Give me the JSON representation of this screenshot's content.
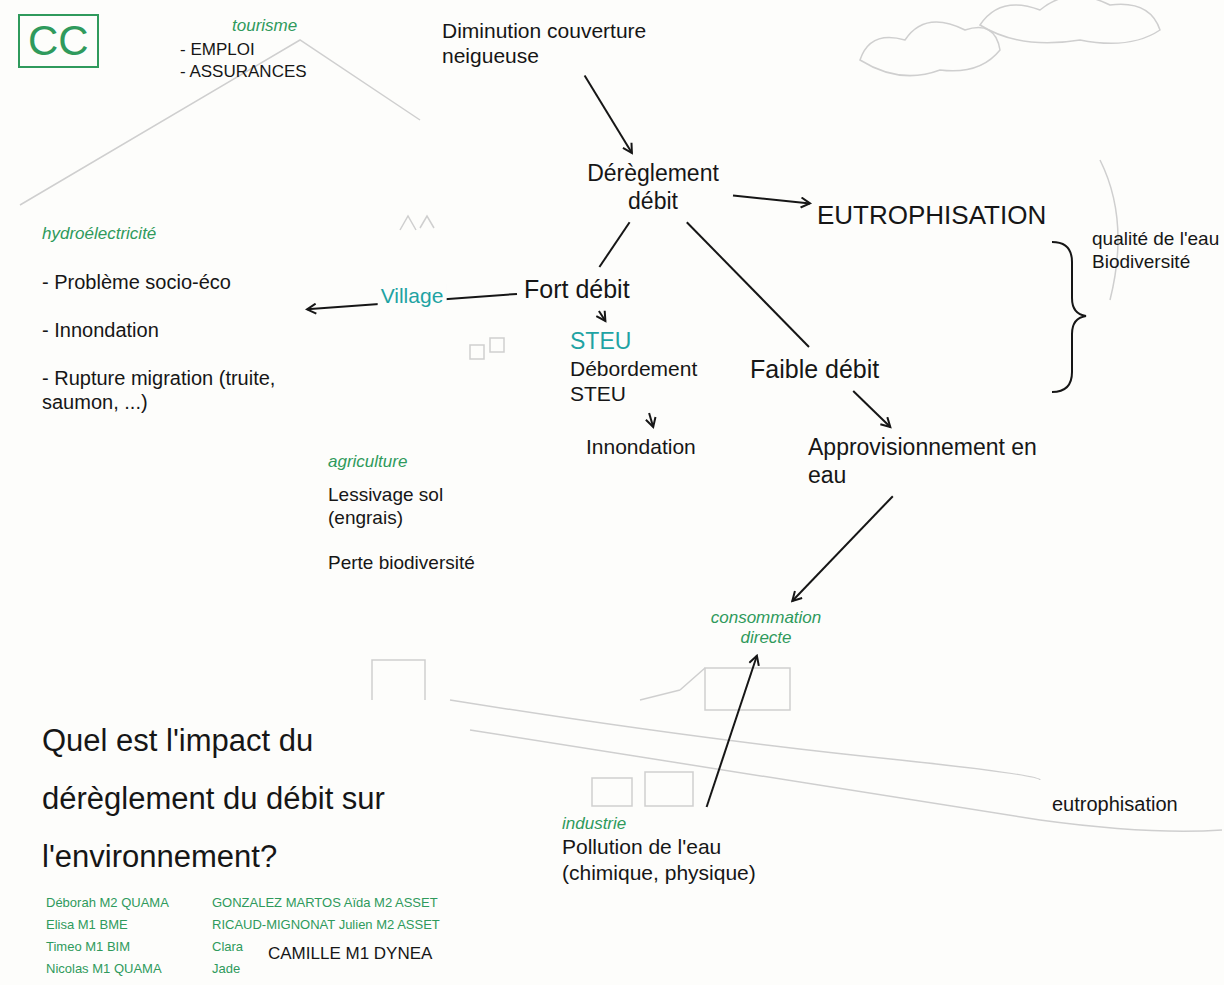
{
  "diagram": {
    "title": "Quel est l'impact du dérèglement du débit sur l'environnement?",
    "nodes": [
      {
        "text": [
          "CC"
        ]
      },
      {
        "text": [
          "Diminution couverture neigueuse"
        ]
      },
      {
        "text": [
          "Dérèglement débit"
        ]
      },
      {
        "text": [
          "EUTROPHISATION"
        ]
      },
      {
        "text": [
          "hydroélectricité",
          "- Problème socio-éco",
          "- Innondation",
          "- Rupture migration (truite, saumon, ...)"
        ]
      },
      {
        "text": [
          "Fort débit"
        ]
      },
      {
        "text": [
          "STEU",
          "Débordement STEU"
        ]
      },
      {
        "text": [
          "Faible débit"
        ]
      },
      {
        "text": [
          "Innondation"
        ]
      },
      {
        "text": [
          "Approvisionnement en eau"
        ]
      },
      {
        "text": [
          "consommation directe"
        ]
      },
      {
        "text": [
          "industrie",
          "Pollution de l'eau (chimique, physique)"
        ]
      }
    ],
    "edges": [
      {
        "from": 1,
        "to": 2,
        "arrow": "to"
      },
      {
        "from": 2,
        "to": 3,
        "arrow": "to"
      },
      {
        "from": 2,
        "to": 5,
        "arrow": "none"
      },
      {
        "from": 2,
        "to": 7,
        "arrow": "none"
      },
      {
        "from": 5,
        "to": 4,
        "label": "Village",
        "arrow": "to"
      },
      {
        "from": 5,
        "to": 6,
        "arrow": "to"
      },
      {
        "from": 6,
        "to": 8,
        "arrow": "to"
      },
      {
        "from": 7,
        "to": 9,
        "arrow": "to"
      },
      {
        "from": 9,
        "to": 10,
        "arrow": "to"
      },
      {
        "from": 11,
        "to": 10,
        "arrow": "to"
      }
    ],
    "labels": [
      "tourisme",
      "- EMPLOI",
      "- ASSURANCES",
      "agriculture",
      "Lessivage sol (engrais)",
      "Perte biodiversité",
      "qualité de l'eau Biodiversité",
      "eutrophisation",
      "Déborah M2 QUAMA",
      "Elisa M1 BME",
      "Timeo M1 BIM",
      "Nicolas M1 QUAMA",
      "GONZALEZ MARTOS Aïda M2 ASSET",
      "RICAUD-MIGNONAT Julien M2 ASSET",
      "Clara",
      "Jade",
      "CAMILLE M1 DYNEA"
    ]
  }
}
